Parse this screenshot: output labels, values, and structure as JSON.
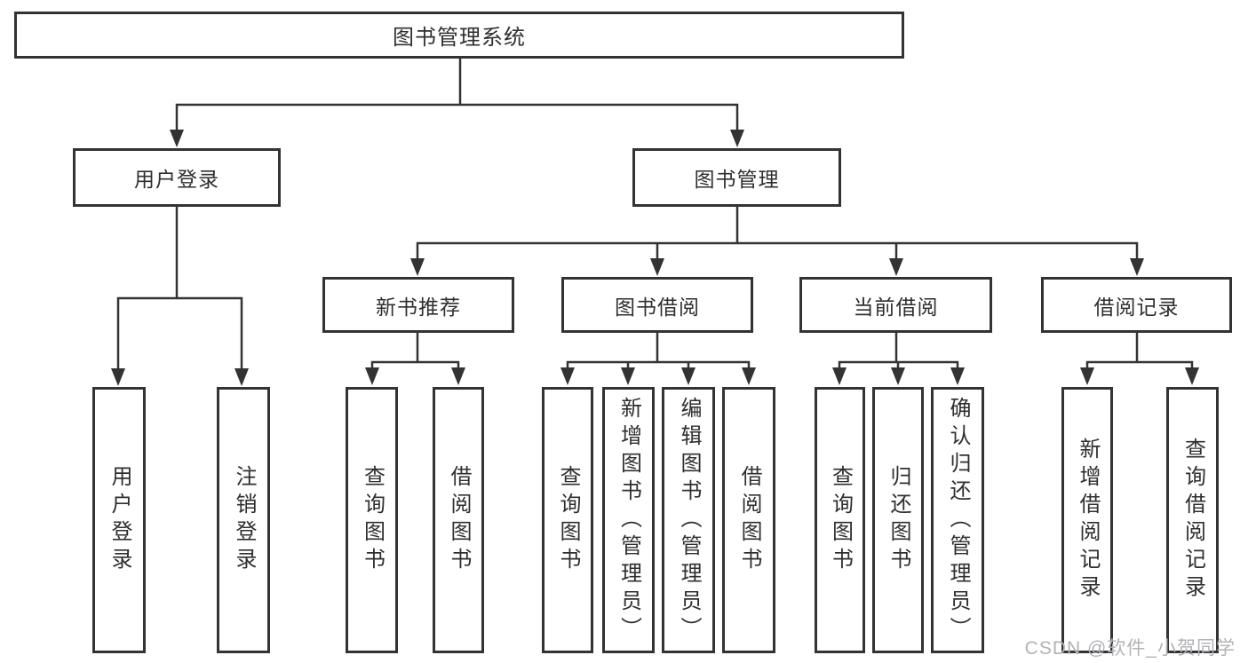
{
  "colors": {
    "background": "#ffffff",
    "line": "#333333",
    "box_border": "#333333",
    "text": "#2f2f2f",
    "watermark": "#b2b2b7"
  },
  "tree": {
    "label": "图书管理系统",
    "children": [
      {
        "label": "用户登录",
        "children": [
          {
            "label": "用户登录"
          },
          {
            "label": "注销登录"
          }
        ]
      },
      {
        "label": "图书管理",
        "children": [
          {
            "label": "新书推荐",
            "children": [
              {
                "label": "查询图书"
              },
              {
                "label": "借阅图书"
              }
            ]
          },
          {
            "label": "图书借阅",
            "children": [
              {
                "label": "查询图书"
              },
              {
                "label": "新增图书（管理员）"
              },
              {
                "label": "编辑图书（管理员）"
              },
              {
                "label": "借阅图书"
              }
            ]
          },
          {
            "label": "当前借阅",
            "children": [
              {
                "label": "查询图书"
              },
              {
                "label": "归还图书"
              },
              {
                "label": "确认归还（管理员）"
              }
            ]
          },
          {
            "label": "借阅记录",
            "children": [
              {
                "label": "新增借阅记录"
              },
              {
                "label": "查询借阅记录"
              }
            ]
          }
        ]
      }
    ]
  },
  "watermark": {
    "text": "CSDN @软件_小贺同学"
  }
}
